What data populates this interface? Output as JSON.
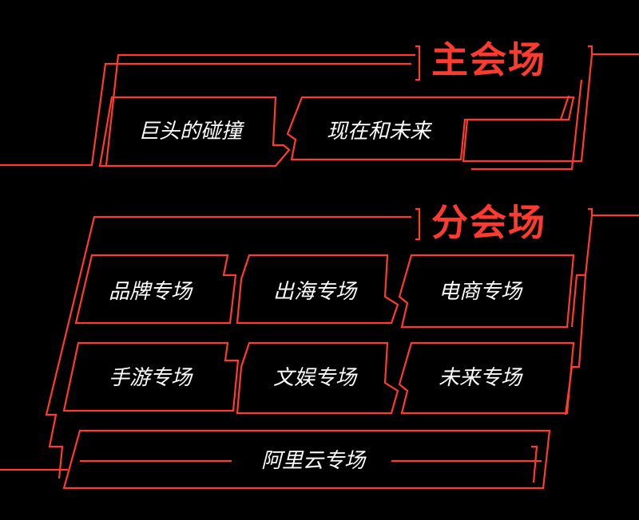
{
  "main_section": {
    "heading": "主会场",
    "sessions": [
      "巨头的碰撞",
      "现在和未来"
    ]
  },
  "sub_section": {
    "heading": "分会场",
    "sessions": [
      "品牌专场",
      "出海专场",
      "电商专场",
      "手游专场",
      "文娱专场",
      "未来专场",
      "阿里云专场"
    ]
  },
  "colors": {
    "background": "#000000",
    "accent": "#ff3b2f",
    "label_text": "#ffffff"
  }
}
